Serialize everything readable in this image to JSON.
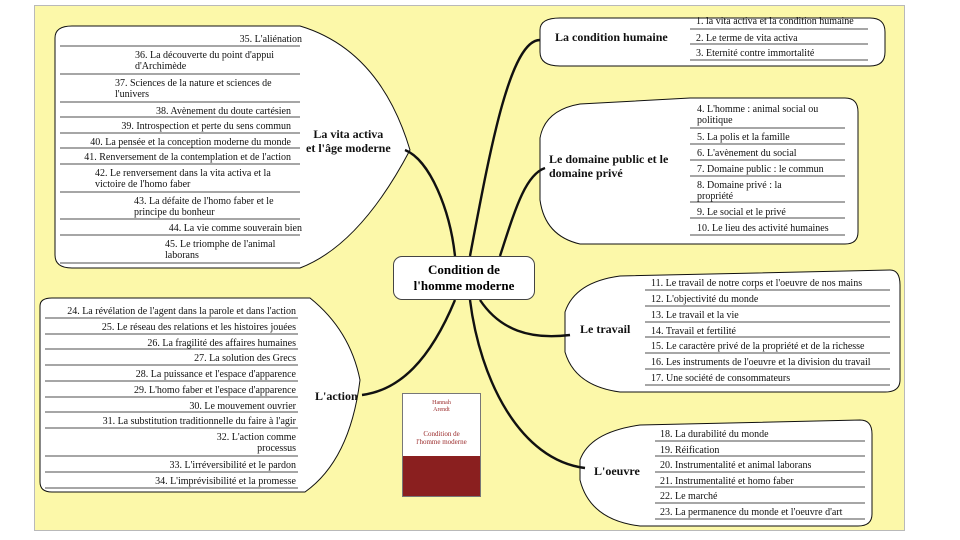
{
  "center": {
    "title": "Condition de\nl'homme moderne"
  },
  "book_cover": {
    "author": "Hannah\nArendt",
    "title": "Condition de\nl'homme moderne"
  },
  "branches": [
    {
      "label": "La condition humaine",
      "items": [
        "1. la vita activa et la condition humaine",
        "2. Le terme de vita activa",
        "3. Eternité contre immortalité"
      ]
    },
    {
      "label": "Le domaine public et le\ndomaine privé",
      "items": [
        "4. L'homme : animal social ou\npolitique",
        "5. La polis et la famille",
        "6. L'avènement du social",
        "7. Domaine public : le commun",
        "8. Domaine privé : la\npropriété",
        "9. Le social et le privé",
        "10. Le lieu des activité humaines"
      ]
    },
    {
      "label": "Le travail",
      "items": [
        "11. Le travail de notre corps et l'oeuvre de nos mains",
        "12. L'objectivité du monde",
        "13. Le travail et la vie",
        "14. Travail et fertilité",
        "15. Le caractère privé de la propriété et de la richesse",
        "16. Les instruments de l'oeuvre et la division du travail",
        "17. Une société de consommateurs"
      ]
    },
    {
      "label": "L'oeuvre",
      "items": [
        "18. La durabilité du monde",
        "19. Réification",
        "20. Instrumentalité et animal laborans",
        "21. Instrumentalité et homo faber",
        "22. Le marché",
        "23. La permanence du monde et l'oeuvre d'art"
      ]
    },
    {
      "label": "L'action",
      "items": [
        "24. La révélation de l'agent dans la parole et dans l'action",
        "25. Le réseau des relations et les histoires jouées",
        "26. La fragilité des affaires humaines",
        "27. La solution des Grecs",
        "28. La puissance et l'espace d'apparence",
        "29. L'homo faber et l'espace d'apparence",
        "30. Le mouvement ouvrier",
        "31. La substitution traditionnelle du faire à l'agir",
        "32. L'action comme\nprocessus",
        "33. L'irréversibilité et le pardon",
        "34. L'imprévisibilité et la promesse"
      ]
    },
    {
      "label": "La vita activa\net l'âge moderne",
      "items": [
        "35. L'aliénation",
        "36. La découverte du point d'appui\nd'Archimède",
        "37. Sciences de la nature et sciences de\nl'univers",
        "38. Avènement du doute cartésien",
        "39. Introspection et perte du sens commun",
        "40. La pensée et la conception moderne du monde",
        "41. Renversement de la contemplation et de l'action",
        "42. Le renversement dans la vita activa et la\nvictoire de l'homo faber",
        "43. La défaite de l'homo faber et le\nprincipe du bonheur",
        "44. La vie comme souverain bien",
        "45. Le triomphe de l'animal\nlaborans"
      ]
    }
  ]
}
